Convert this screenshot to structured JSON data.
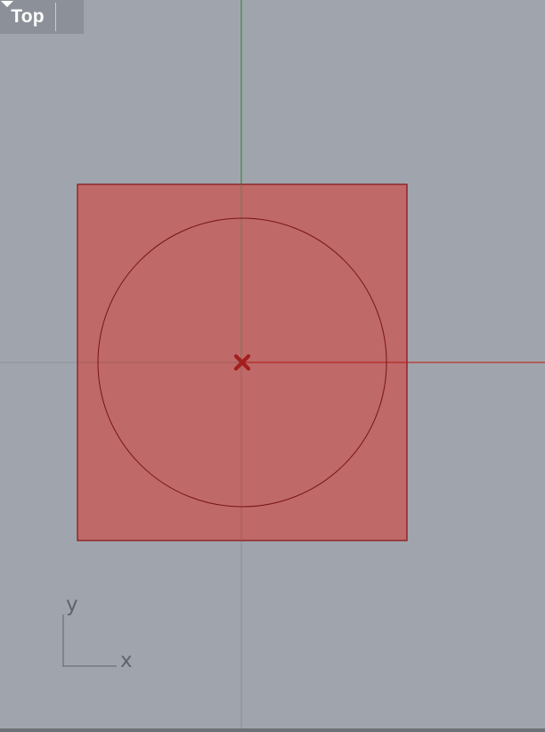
{
  "viewport": {
    "view_name": "Top",
    "background_color": "#a0a5ad"
  },
  "view_menu": {
    "dropdown_icon": "chevron-down-icon"
  },
  "axis_indicator": {
    "y_label": "y",
    "x_label": "x"
  },
  "scene": {
    "objects": [
      {
        "type": "rectangle",
        "name": "rectangle",
        "fill": "#c16463",
        "stroke": "#8a1a1a"
      },
      {
        "type": "circle",
        "name": "circle",
        "stroke": "#7a1414"
      }
    ],
    "origin_marker_icon": "cross-icon",
    "world_x_axis_color": "#c0302a",
    "world_y_axis_color": "#3a8a3a",
    "grid_line_color": "#8d9199"
  }
}
